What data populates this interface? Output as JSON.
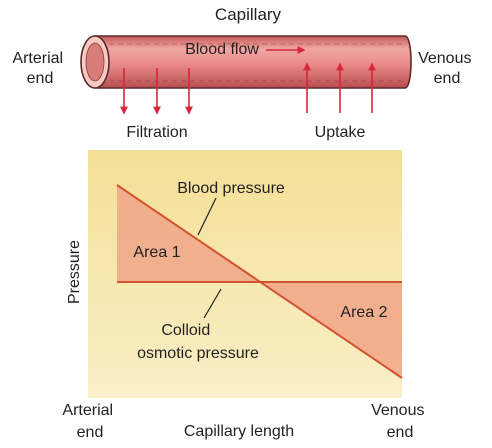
{
  "capillary": {
    "title": "Capillary",
    "arterial_end": [
      "Arterial",
      "end"
    ],
    "venous_end": [
      "Venous",
      "end"
    ],
    "blood_flow": "Blood flow",
    "filtration": "Filtration",
    "uptake": "Uptake",
    "downward_arrows": 3,
    "upward_arrows": 3
  },
  "chart_data": {
    "type": "area",
    "xlabel": "Capillary length",
    "ylabel": "Pressure",
    "x_start_label": [
      "Arterial",
      "end"
    ],
    "x_end_label": [
      "Venous",
      "end"
    ],
    "series": [
      {
        "name": "Blood pressure",
        "shape": "linear decrease",
        "crosses_other_at_fraction": 0.5
      },
      {
        "name": "Colloid osmotic pressure",
        "shape": "constant"
      }
    ],
    "series_labels": {
      "blood_pressure": "Blood pressure",
      "colloid": [
        "Colloid",
        "osmotic pressure"
      ]
    },
    "regions": [
      {
        "name": "Area 1",
        "label": "Area 1"
      },
      {
        "name": "Area 2",
        "label": "Area 2"
      }
    ]
  },
  "colors": {
    "tube": "#e98a8a",
    "tube_outline": "#5a2a2a",
    "arrow": "#d7263d",
    "plot_bg": "#f6e7a6",
    "area_fill": "#f0a98a",
    "line": "#d2512e"
  }
}
